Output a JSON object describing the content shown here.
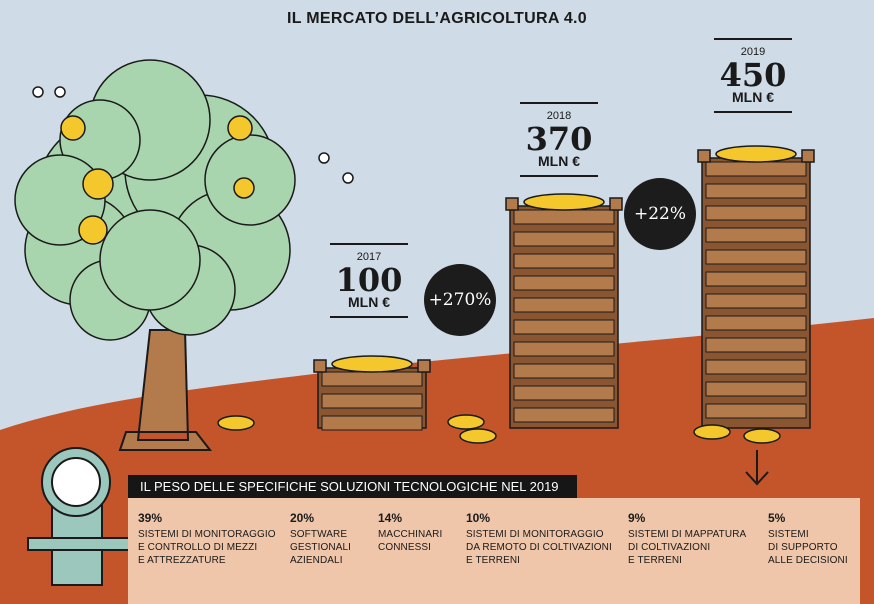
{
  "title": "IL MERCATO DELL’AGRICOLTURA 4.0",
  "chart_data": {
    "type": "bar",
    "title": "IL MERCATO DELL’AGRICOLTURA 4.0",
    "categories": [
      "2017",
      "2018",
      "2019"
    ],
    "values": [
      100,
      370,
      450
    ],
    "value_labels": [
      "100",
      "370",
      "450"
    ],
    "unit": "MLN €",
    "growth_labels": [
      "+270%",
      "+22%"
    ]
  },
  "breakdown": {
    "heading": "IL PESO DELLE SPECIFICHE SOLUZIONI TECNOLOGICHE NEL 2019",
    "items": [
      {
        "pct": "39%",
        "label": "SISTEMI DI MONITORAGGIO\nE CONTROLLO DI MEZZI\nE ATTREZZATURE"
      },
      {
        "pct": "20%",
        "label": "SOFTWARE\nGESTIONALI\nAZIENDALI"
      },
      {
        "pct": "14%",
        "label": "MACCHINARI\nCONNESSI"
      },
      {
        "pct": "10%",
        "label": "SISTEMI DI MONITORAGGIO\nDA REMOTO DI COLTIVAZIONI\nE TERRENI"
      },
      {
        "pct": "9%",
        "label": "SISTEMI DI MAPPATURA\nDI COLTIVAZIONI\nE TERRENI"
      },
      {
        "pct": "5%",
        "label": "SISTEMI\nDI SUPPORTO\nALLE DECISIONI"
      }
    ]
  },
  "colors": {
    "sky": "#cfdbe6",
    "ground": "#c4552a",
    "crate": "#b37a4c",
    "crate_dark": "#8a5632",
    "foliage": "#a8d5ad",
    "coin": "#f4c82c",
    "ink": "#1a1a1a",
    "panel": "#efc6a9"
  }
}
